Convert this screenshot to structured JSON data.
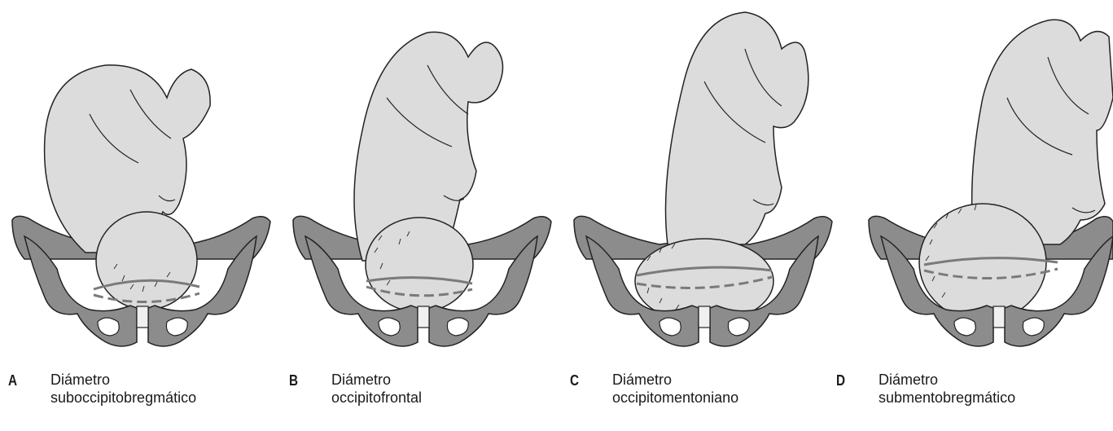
{
  "colors": {
    "pelvis_fill": "#8c8c8c",
    "pelvis_inner": "#a8a8a8",
    "fetus_fill": "#dcdcdc",
    "outline": "#222222",
    "diameter_line": "#7a7a7a"
  },
  "panels": [
    {
      "letter": "A",
      "line1": "Diámetro",
      "line2": "suboccipitobregmático"
    },
    {
      "letter": "B",
      "line1": "Diámetro",
      "line2": "occipitofrontal"
    },
    {
      "letter": "C",
      "line1": "Diámetro",
      "line2": "occipitomentoniano"
    },
    {
      "letter": "D",
      "line1": "Diámetro",
      "line2": "submentobregmático"
    }
  ]
}
